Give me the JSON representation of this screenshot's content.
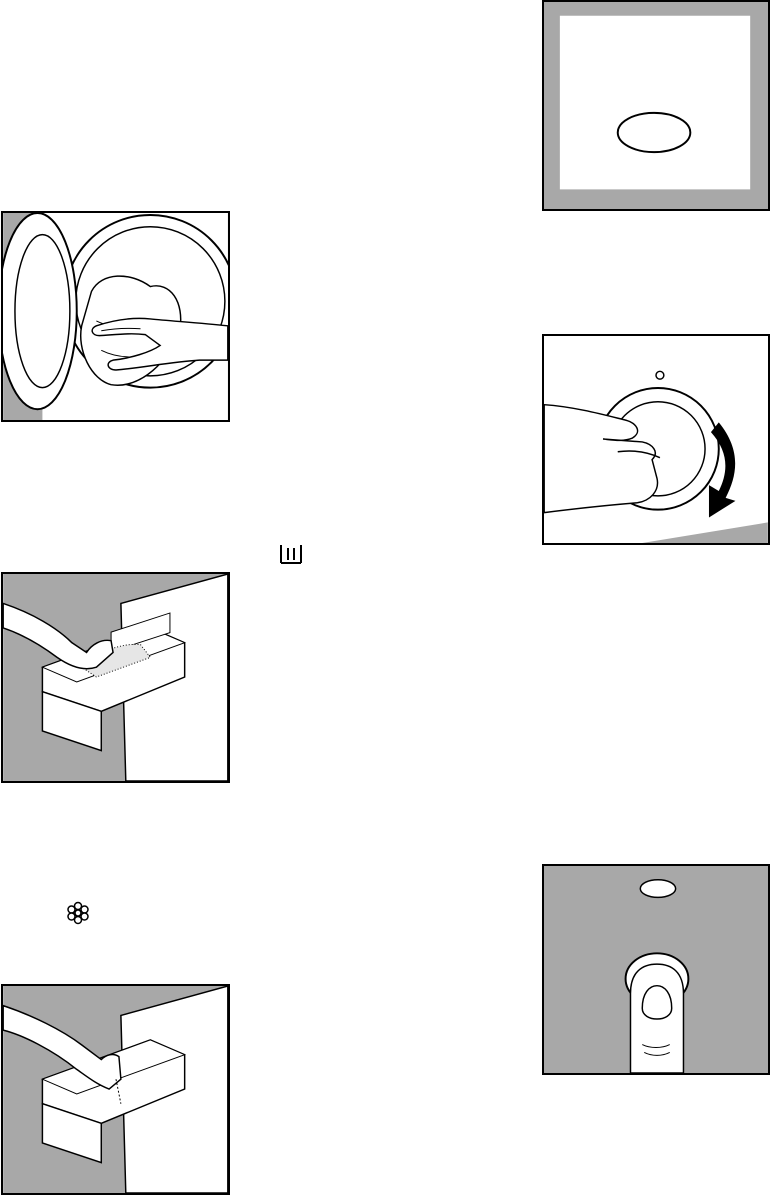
{
  "colors": {
    "panel_grey": "#a8a8a8",
    "ink": "#000000",
    "paper": "#ffffff",
    "light_grey": "#d0d0d0"
  },
  "figures": [
    {
      "id": "load-laundry",
      "description_icon": "hand-loading-drum-icon"
    },
    {
      "id": "detergent-drawer-powder",
      "description_icon": "detergent-powder-drawer-icon"
    },
    {
      "id": "detergent-drawer-softener",
      "description_icon": "softener-pouring-drawer-icon"
    },
    {
      "id": "indicator-panel",
      "description_icon": "indicator-lamp-icon"
    },
    {
      "id": "program-knob",
      "description_icon": "program-selector-knob-icon"
    },
    {
      "id": "push-button",
      "description_icon": "push-button-icon"
    }
  ],
  "symbols": [
    {
      "id": "compartment-II",
      "icon": "compartment-two-icon"
    },
    {
      "id": "softener-flower",
      "icon": "flower-softener-icon"
    }
  ]
}
